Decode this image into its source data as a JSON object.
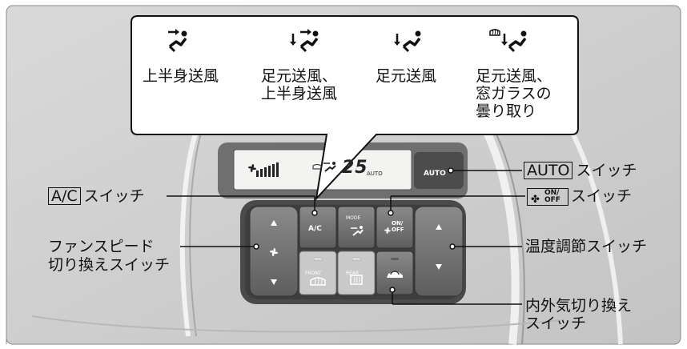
{
  "display": {
    "temperature": "25",
    "auto_indicator": "AUTO"
  },
  "buttons": {
    "auto": "AUTO",
    "ac": "A/C",
    "mode": "MODE",
    "onoff_top": "ON/",
    "onoff_bottom": "OFF",
    "front": "FRONT",
    "rear": "REAR"
  },
  "callout_modes": [
    {
      "label": "上半身送風",
      "icon": "upper-body-airflow-icon"
    },
    {
      "label_line1": "足元送風、",
      "label_line2": "上半身送風",
      "icon": "feet-upper-body-airflow-icon"
    },
    {
      "label": "足元送風",
      "icon": "feet-airflow-icon"
    },
    {
      "label_line1": "足元送風、",
      "label_line2": "窓ガラスの",
      "label_line3": "曇り取り",
      "icon": "feet-defrost-airflow-icon"
    }
  ],
  "labels": {
    "auto_switch_key": "AUTO",
    "auto_switch_text": "スイッチ",
    "ac_switch_key": "A/C",
    "ac_switch_text": "スイッチ",
    "onoff_switch_top": "ON/",
    "onoff_switch_bottom": "OFF",
    "onoff_switch_text": "スイッチ",
    "fan_speed_line1": "ファンスピード",
    "fan_speed_line2": "切り換えスイッチ",
    "temp_switch": "温度調節スイッチ",
    "recirc_line1": "内外気切り換え",
    "recirc_line2": "スイッチ"
  }
}
